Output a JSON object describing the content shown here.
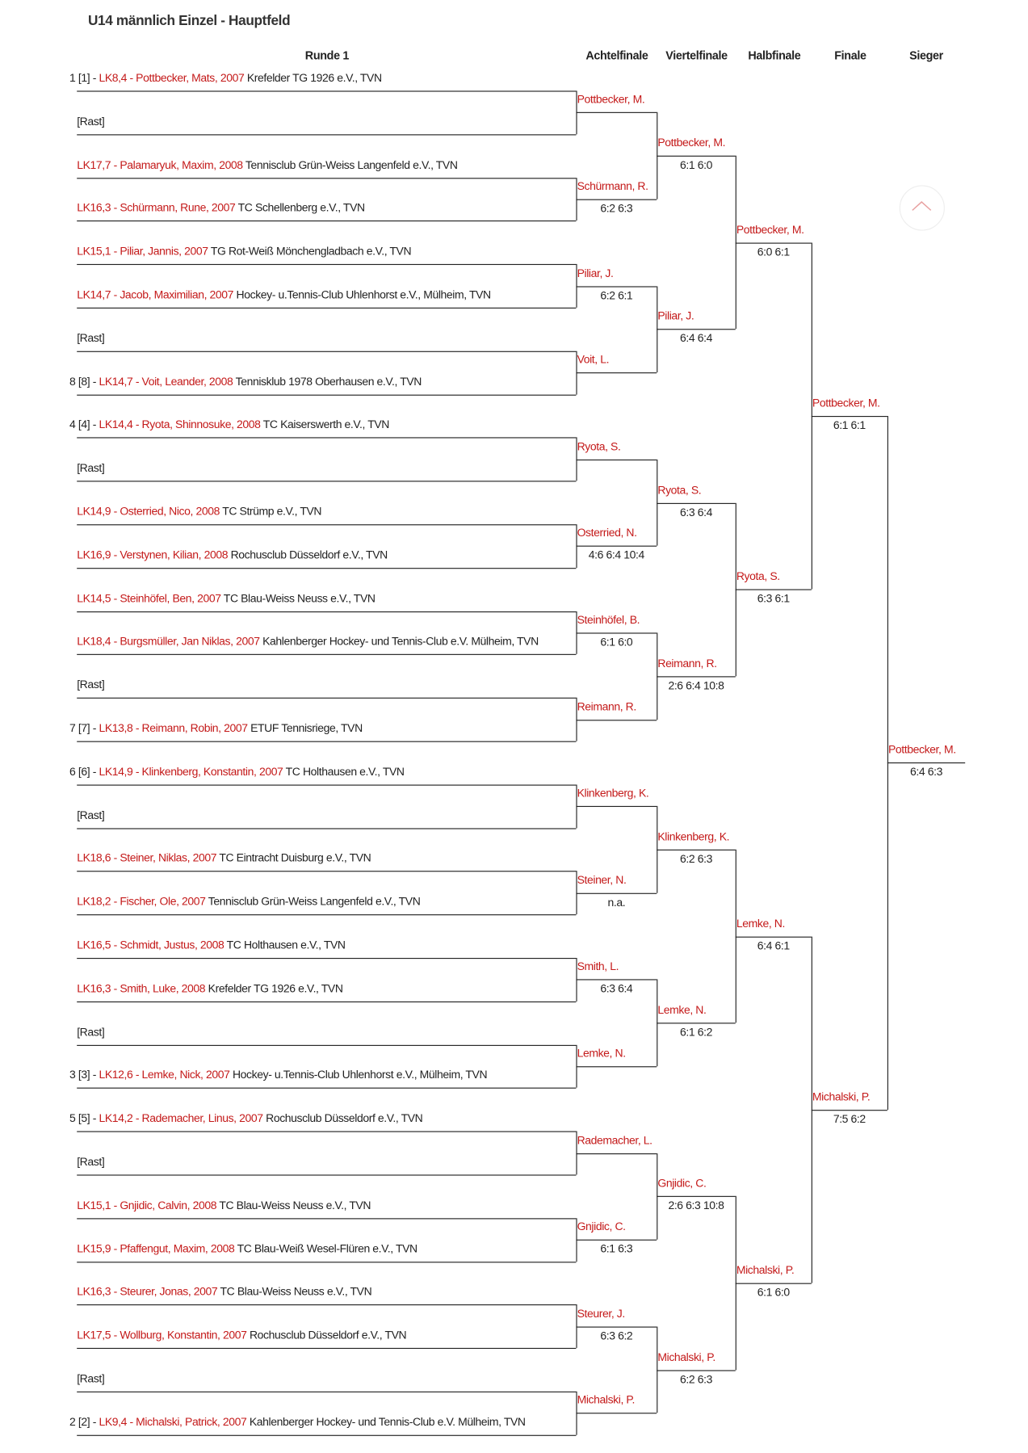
{
  "title": "U14 männlich Einzel - Hauptfeld",
  "headers": [
    "Runde 1",
    "Achtelfinale",
    "Viertelfinale",
    "Halbfinale",
    "Finale",
    "Sieger"
  ],
  "colors": {
    "accent": "#c41a1a",
    "text": "#222222"
  },
  "scroll_top_icon": "chevron-up-icon",
  "round1": [
    {
      "seed": "1 [1] - ",
      "player": "LK8,4 - Pottbecker, Mats, 2007",
      "club": " Krefelder TG 1926 e.V., TVN"
    },
    {
      "seed": "",
      "player": "",
      "club": "[Rast]"
    },
    {
      "seed": "",
      "player": "LK17,7 - Palamaryuk, Maxim, 2008",
      "club": " Tennisclub Grün-Weiss Langenfeld e.V., TVN"
    },
    {
      "seed": "",
      "player": "LK16,3 - Schürmann, Rune, 2007",
      "club": " TC Schellenberg e.V., TVN"
    },
    {
      "seed": "",
      "player": "LK15,1 - Piliar, Jannis, 2007",
      "club": " TG Rot-Weiß Mönchengladbach e.V., TVN"
    },
    {
      "seed": "",
      "player": "LK14,7 - Jacob, Maximilian, 2007",
      "club": " Hockey- u.Tennis-Club Uhlenhorst e.V., Mülheim, TVN"
    },
    {
      "seed": "",
      "player": "",
      "club": "[Rast]"
    },
    {
      "seed": "8 [8] - ",
      "player": "LK14,7 - Voit, Leander, 2008",
      "club": " Tennisklub 1978 Oberhausen e.V., TVN"
    },
    {
      "seed": "4 [4] - ",
      "player": "LK14,4 - Ryota, Shinnosuke, 2008",
      "club": " TC Kaiserswerth e.V., TVN"
    },
    {
      "seed": "",
      "player": "",
      "club": "[Rast]"
    },
    {
      "seed": "",
      "player": "LK14,9 - Osterried, Nico, 2008",
      "club": " TC Strümp e.V., TVN"
    },
    {
      "seed": "",
      "player": "LK16,9 - Verstynen, Kilian, 2008",
      "club": " Rochusclub Düsseldorf e.V., TVN"
    },
    {
      "seed": "",
      "player": "LK14,5 - Steinhöfel, Ben, 2007",
      "club": " TC Blau-Weiss Neuss e.V., TVN"
    },
    {
      "seed": "",
      "player": "LK18,4 - Burgsmüller, Jan Niklas, 2007",
      "club": " Kahlenberger Hockey- und Tennis-Club e.V. Mülheim, TVN"
    },
    {
      "seed": "",
      "player": "",
      "club": "[Rast]"
    },
    {
      "seed": "7 [7] - ",
      "player": "LK13,8 - Reimann, Robin, 2007",
      "club": " ETUF Tennisriege, TVN"
    },
    {
      "seed": "6 [6] - ",
      "player": "LK14,9 - Klinkenberg, Konstantin, 2007",
      "club": " TC Holthausen e.V., TVN"
    },
    {
      "seed": "",
      "player": "",
      "club": "[Rast]"
    },
    {
      "seed": "",
      "player": "LK18,6 - Steiner, Niklas, 2007",
      "club": " TC Eintracht Duisburg e.V., TVN"
    },
    {
      "seed": "",
      "player": "LK18,2 - Fischer, Ole, 2007",
      "club": " Tennisclub Grün-Weiss Langenfeld e.V., TVN"
    },
    {
      "seed": "",
      "player": "LK16,5 - Schmidt, Justus, 2008",
      "club": " TC Holthausen e.V., TVN"
    },
    {
      "seed": "",
      "player": "LK16,3 - Smith, Luke, 2008",
      "club": " Krefelder TG 1926 e.V., TVN"
    },
    {
      "seed": "",
      "player": "",
      "club": "[Rast]"
    },
    {
      "seed": "3 [3] - ",
      "player": "LK12,6 - Lemke, Nick, 2007",
      "club": " Hockey- u.Tennis-Club Uhlenhorst e.V., Mülheim, TVN"
    },
    {
      "seed": "5 [5] - ",
      "player": "LK14,2 - Rademacher, Linus, 2007",
      "club": " Rochusclub Düsseldorf e.V., TVN"
    },
    {
      "seed": "",
      "player": "",
      "club": "[Rast]"
    },
    {
      "seed": "",
      "player": "LK15,1 - Gnjidic, Calvin, 2008",
      "club": " TC Blau-Weiss Neuss e.V., TVN"
    },
    {
      "seed": "",
      "player": "LK15,9 - Pfaffengut, Maxim, 2008",
      "club": " TC Blau-Weiß Wesel-Flüren e.V., TVN"
    },
    {
      "seed": "",
      "player": "LK16,3 - Steurer, Jonas, 2007",
      "club": " TC Blau-Weiss Neuss e.V., TVN"
    },
    {
      "seed": "",
      "player": "LK17,5 - Wollburg, Konstantin, 2007",
      "club": " Rochusclub Düsseldorf e.V., TVN"
    },
    {
      "seed": "",
      "player": "",
      "club": "[Rast]"
    },
    {
      "seed": "2 [2] - ",
      "player": "LK9,4 - Michalski, Patrick, 2007",
      "club": " Kahlenberger Hockey- und Tennis-Club e.V. Mülheim, TVN"
    }
  ],
  "rounds": [
    [
      {
        "name": "Pottbecker, M.",
        "score": ""
      },
      {
        "name": "Schürmann, R.",
        "score": "6:2 6:3"
      },
      {
        "name": "Piliar, J.",
        "score": "6:2 6:1"
      },
      {
        "name": "Voit, L.",
        "score": ""
      },
      {
        "name": "Ryota, S.",
        "score": ""
      },
      {
        "name": "Osterried, N.",
        "score": "4:6 6:4 10:4"
      },
      {
        "name": "Steinhöfel, B.",
        "score": "6:1 6:0"
      },
      {
        "name": "Reimann, R.",
        "score": ""
      },
      {
        "name": "Klinkenberg, K.",
        "score": ""
      },
      {
        "name": "Steiner, N.",
        "score": "n.a."
      },
      {
        "name": "Smith, L.",
        "score": "6:3 6:4"
      },
      {
        "name": "Lemke, N.",
        "score": ""
      },
      {
        "name": "Rademacher, L.",
        "score": ""
      },
      {
        "name": "Gnjidic, C.",
        "score": "6:1 6:3"
      },
      {
        "name": "Steurer, J.",
        "score": "6:3 6:2"
      },
      {
        "name": "Michalski, P.",
        "score": ""
      }
    ],
    [
      {
        "name": "Pottbecker, M.",
        "score": "6:1 6:0"
      },
      {
        "name": "Piliar, J.",
        "score": "6:4 6:4"
      },
      {
        "name": "Ryota, S.",
        "score": "6:3 6:4"
      },
      {
        "name": "Reimann, R.",
        "score": "2:6 6:4 10:8"
      },
      {
        "name": "Klinkenberg, K.",
        "score": "6:2 6:3"
      },
      {
        "name": "Lemke, N.",
        "score": "6:1 6:2"
      },
      {
        "name": "Gnjidic, C.",
        "score": "2:6 6:3 10:8"
      },
      {
        "name": "Michalski, P.",
        "score": "6:2 6:3"
      }
    ],
    [
      {
        "name": "Pottbecker, M.",
        "score": "6:0 6:1"
      },
      {
        "name": "Ryota, S.",
        "score": "6:3 6:1"
      },
      {
        "name": "Lemke, N.",
        "score": "6:4 6:1"
      },
      {
        "name": "Michalski, P.",
        "score": "6:1 6:0"
      }
    ],
    [
      {
        "name": "Pottbecker, M.",
        "score": "6:1 6:1"
      },
      {
        "name": "Michalski, P.",
        "score": "7:5 6:2"
      }
    ],
    [
      {
        "name": "Pottbecker, M.",
        "score": "6:4 6:3"
      }
    ]
  ]
}
